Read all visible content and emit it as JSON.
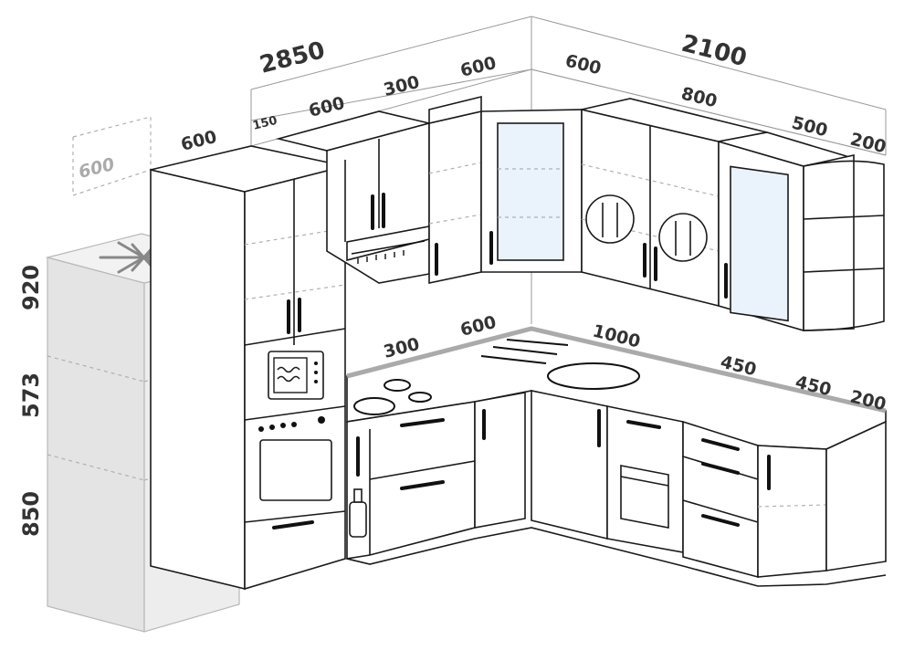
{
  "colors": {
    "line": "#1a1a1a",
    "text": "#333333",
    "fridge_fill": "#ededed",
    "glass": "#eaf2fb",
    "guide": "#b0b0b0",
    "counter_edge": "#aaaaaa"
  },
  "dimensions": {
    "total_left": "2850",
    "total_right": "2100",
    "fridge_width_ghost": "600",
    "tall_unit_width": "600",
    "gap_150": "150",
    "upper_600": "600",
    "upper_300": "300",
    "upper_corner_left_600": "600",
    "upper_corner_right_600": "600",
    "upper_800": "800",
    "upper_500": "500",
    "upper_200": "200",
    "height_920": "920",
    "height_573": "573",
    "height_850": "850",
    "counter_300": "300",
    "counter_600": "600",
    "counter_1000": "1000",
    "counter_450a": "450",
    "counter_450b": "450",
    "counter_200": "200"
  },
  "icons": [
    "snowflake-icon",
    "microwave-icon",
    "oven-icon",
    "bottle-icon",
    "cutlery-icon",
    "dishwasher-icon",
    "hob-icon",
    "sink-icon"
  ]
}
